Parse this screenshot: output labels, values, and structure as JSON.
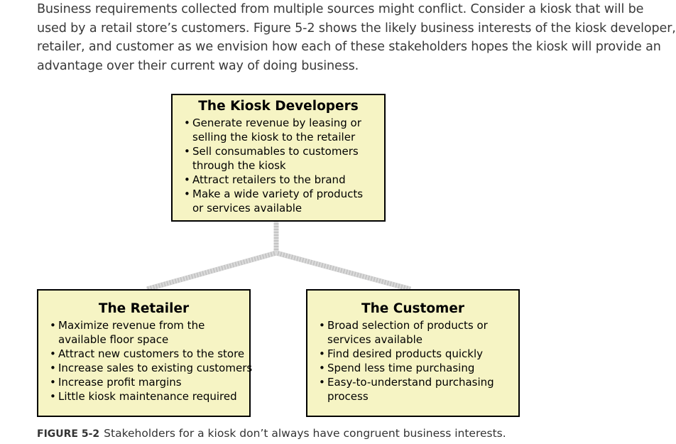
{
  "intro": {
    "lines": [
      "Business requirements collected from multiple sources might conflict. Consider a kiosk that will be",
      "used by a retail store’s customers. Figure 5-2 shows the likely business interests of the kiosk developer,",
      "retailer, and customer as we envision how each of these stakeholders hopes the kiosk will provide an",
      "advantage over their current way of doing business."
    ]
  },
  "diagram": {
    "box_fill": "#f6f4c4",
    "connector_color": "#c8c8c8",
    "developers": {
      "title": "The Kiosk Developers",
      "items": [
        [
          "Generate revenue by leasing or",
          "selling the kiosk to the retailer"
        ],
        [
          "Sell consumables to customers",
          "through the kiosk"
        ],
        [
          "Attract retailers to the brand"
        ],
        [
          "Make a wide variety of products",
          "or services available"
        ]
      ]
    },
    "retailer": {
      "title": "The Retailer",
      "items": [
        [
          "Maximize revenue from the",
          "available floor space"
        ],
        [
          "Attract new customers to the store"
        ],
        [
          "Increase sales to existing customers"
        ],
        [
          "Increase profit margins"
        ],
        [
          "Little kiosk maintenance required"
        ]
      ]
    },
    "customer": {
      "title": "The Customer",
      "items": [
        [
          "Broad selection of products or",
          "services available"
        ],
        [
          "Find desired products quickly"
        ],
        [
          "Spend less time purchasing"
        ],
        [
          "Easy-to-understand purchasing",
          "process"
        ]
      ]
    }
  },
  "caption": {
    "label": "FIGURE 5-2",
    "text": "Stakeholders for a kiosk don’t always have congruent business interests."
  }
}
